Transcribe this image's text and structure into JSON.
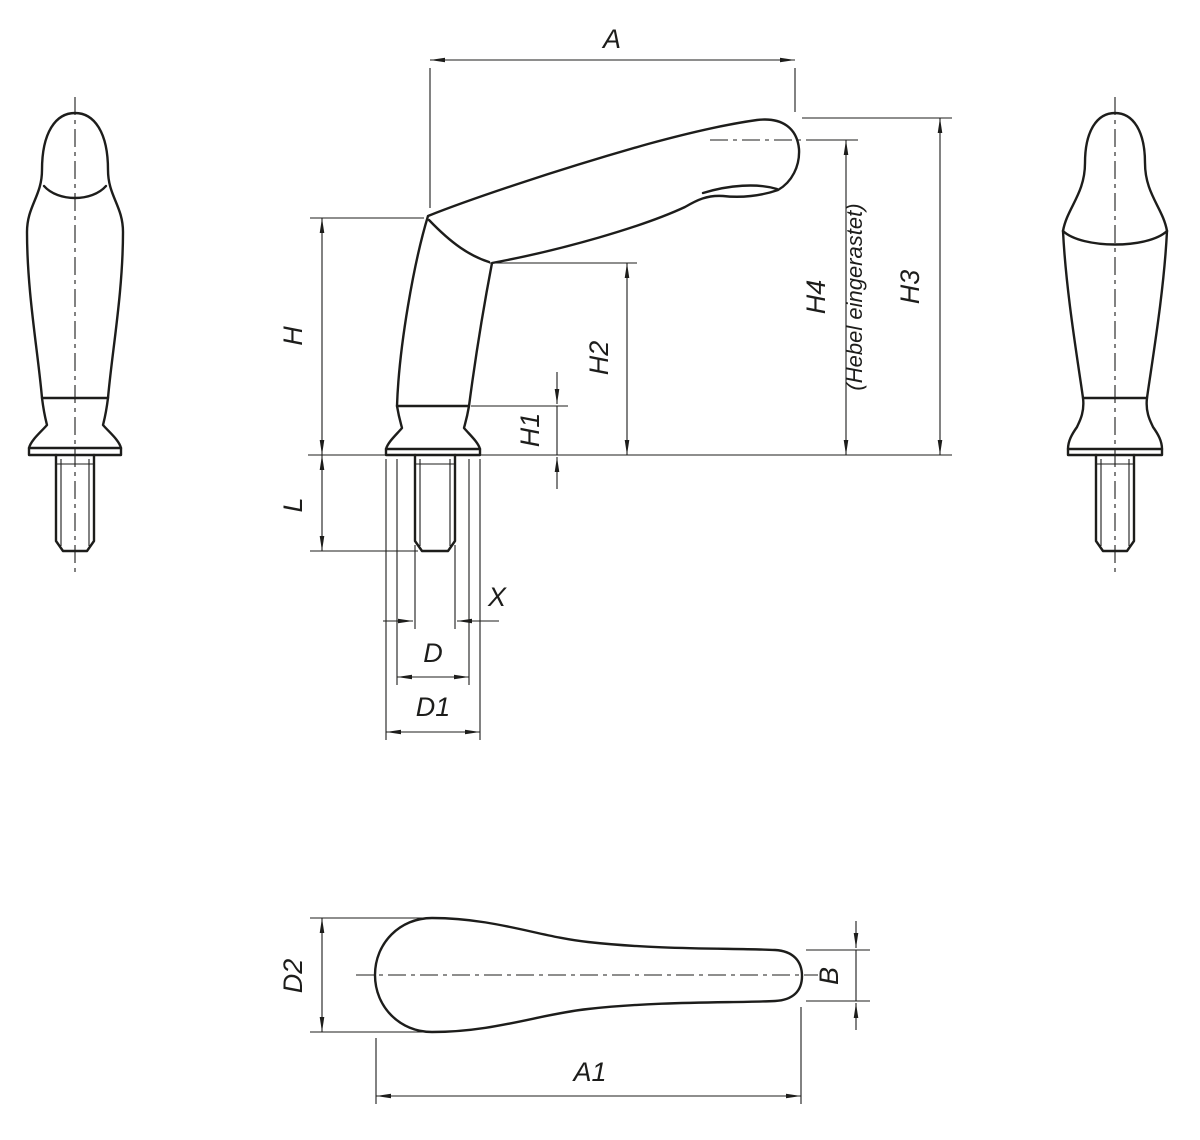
{
  "drawing": {
    "background": "#ffffff",
    "line_color": "#1d1d1b"
  },
  "labels": {
    "a": "A",
    "h": "H",
    "l": "L",
    "h1": "H1",
    "h2": "H2",
    "h3": "H3",
    "h4": "H4",
    "h4_note": "(Hebel eingerastet)",
    "x": "X",
    "d": "D",
    "d1": "D1",
    "d2": "D2",
    "b": "B",
    "a1": "A1"
  }
}
